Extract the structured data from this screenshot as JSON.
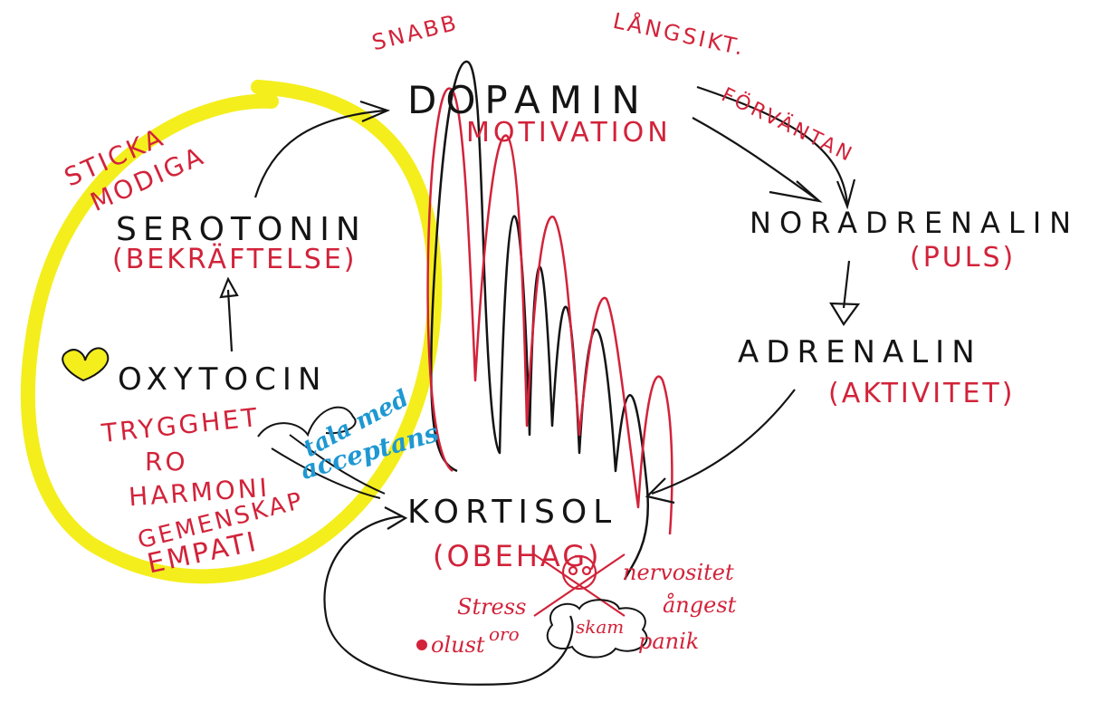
{
  "nodes": {
    "dopamin": "DOPAMIN",
    "motivation": "MOTIVATION",
    "snabb": "SNABB",
    "langsikt": "LÅNGSIKT.",
    "forvantan": "FÖRVÄNTAN",
    "noradrenalin": "NORADRENALIN",
    "puls": "(PULS)",
    "adrenalin": "ADRENALIN",
    "aktivitet": "(AKTIVITET)",
    "serotonin": "SEROTONIN",
    "bekraftelse": "(BEKRÄFTELSE)",
    "sticka_line1": "STICKA",
    "sticka_line2": "MODIGA",
    "oxytocin": "OXYTOCIN",
    "oxy_qualities": [
      "TRYGGHET",
      "RO",
      "HARMONI",
      "GEMENSKAP",
      "EMPATI"
    ],
    "tala_med": "tala med",
    "acceptans": "acceptans",
    "kortisol": "KORTISOL",
    "obehag": "(OBEHAG)",
    "nervositet": "nervositet",
    "angest": "ångest",
    "panik": "panik",
    "stress": "Stress",
    "skam": "skam",
    "olust": "olust",
    "oro": "oro"
  },
  "colors": {
    "ink": "#141414",
    "red": "#d2233a",
    "yellow": "#f4ee1d",
    "blue": "#1e98d2"
  }
}
